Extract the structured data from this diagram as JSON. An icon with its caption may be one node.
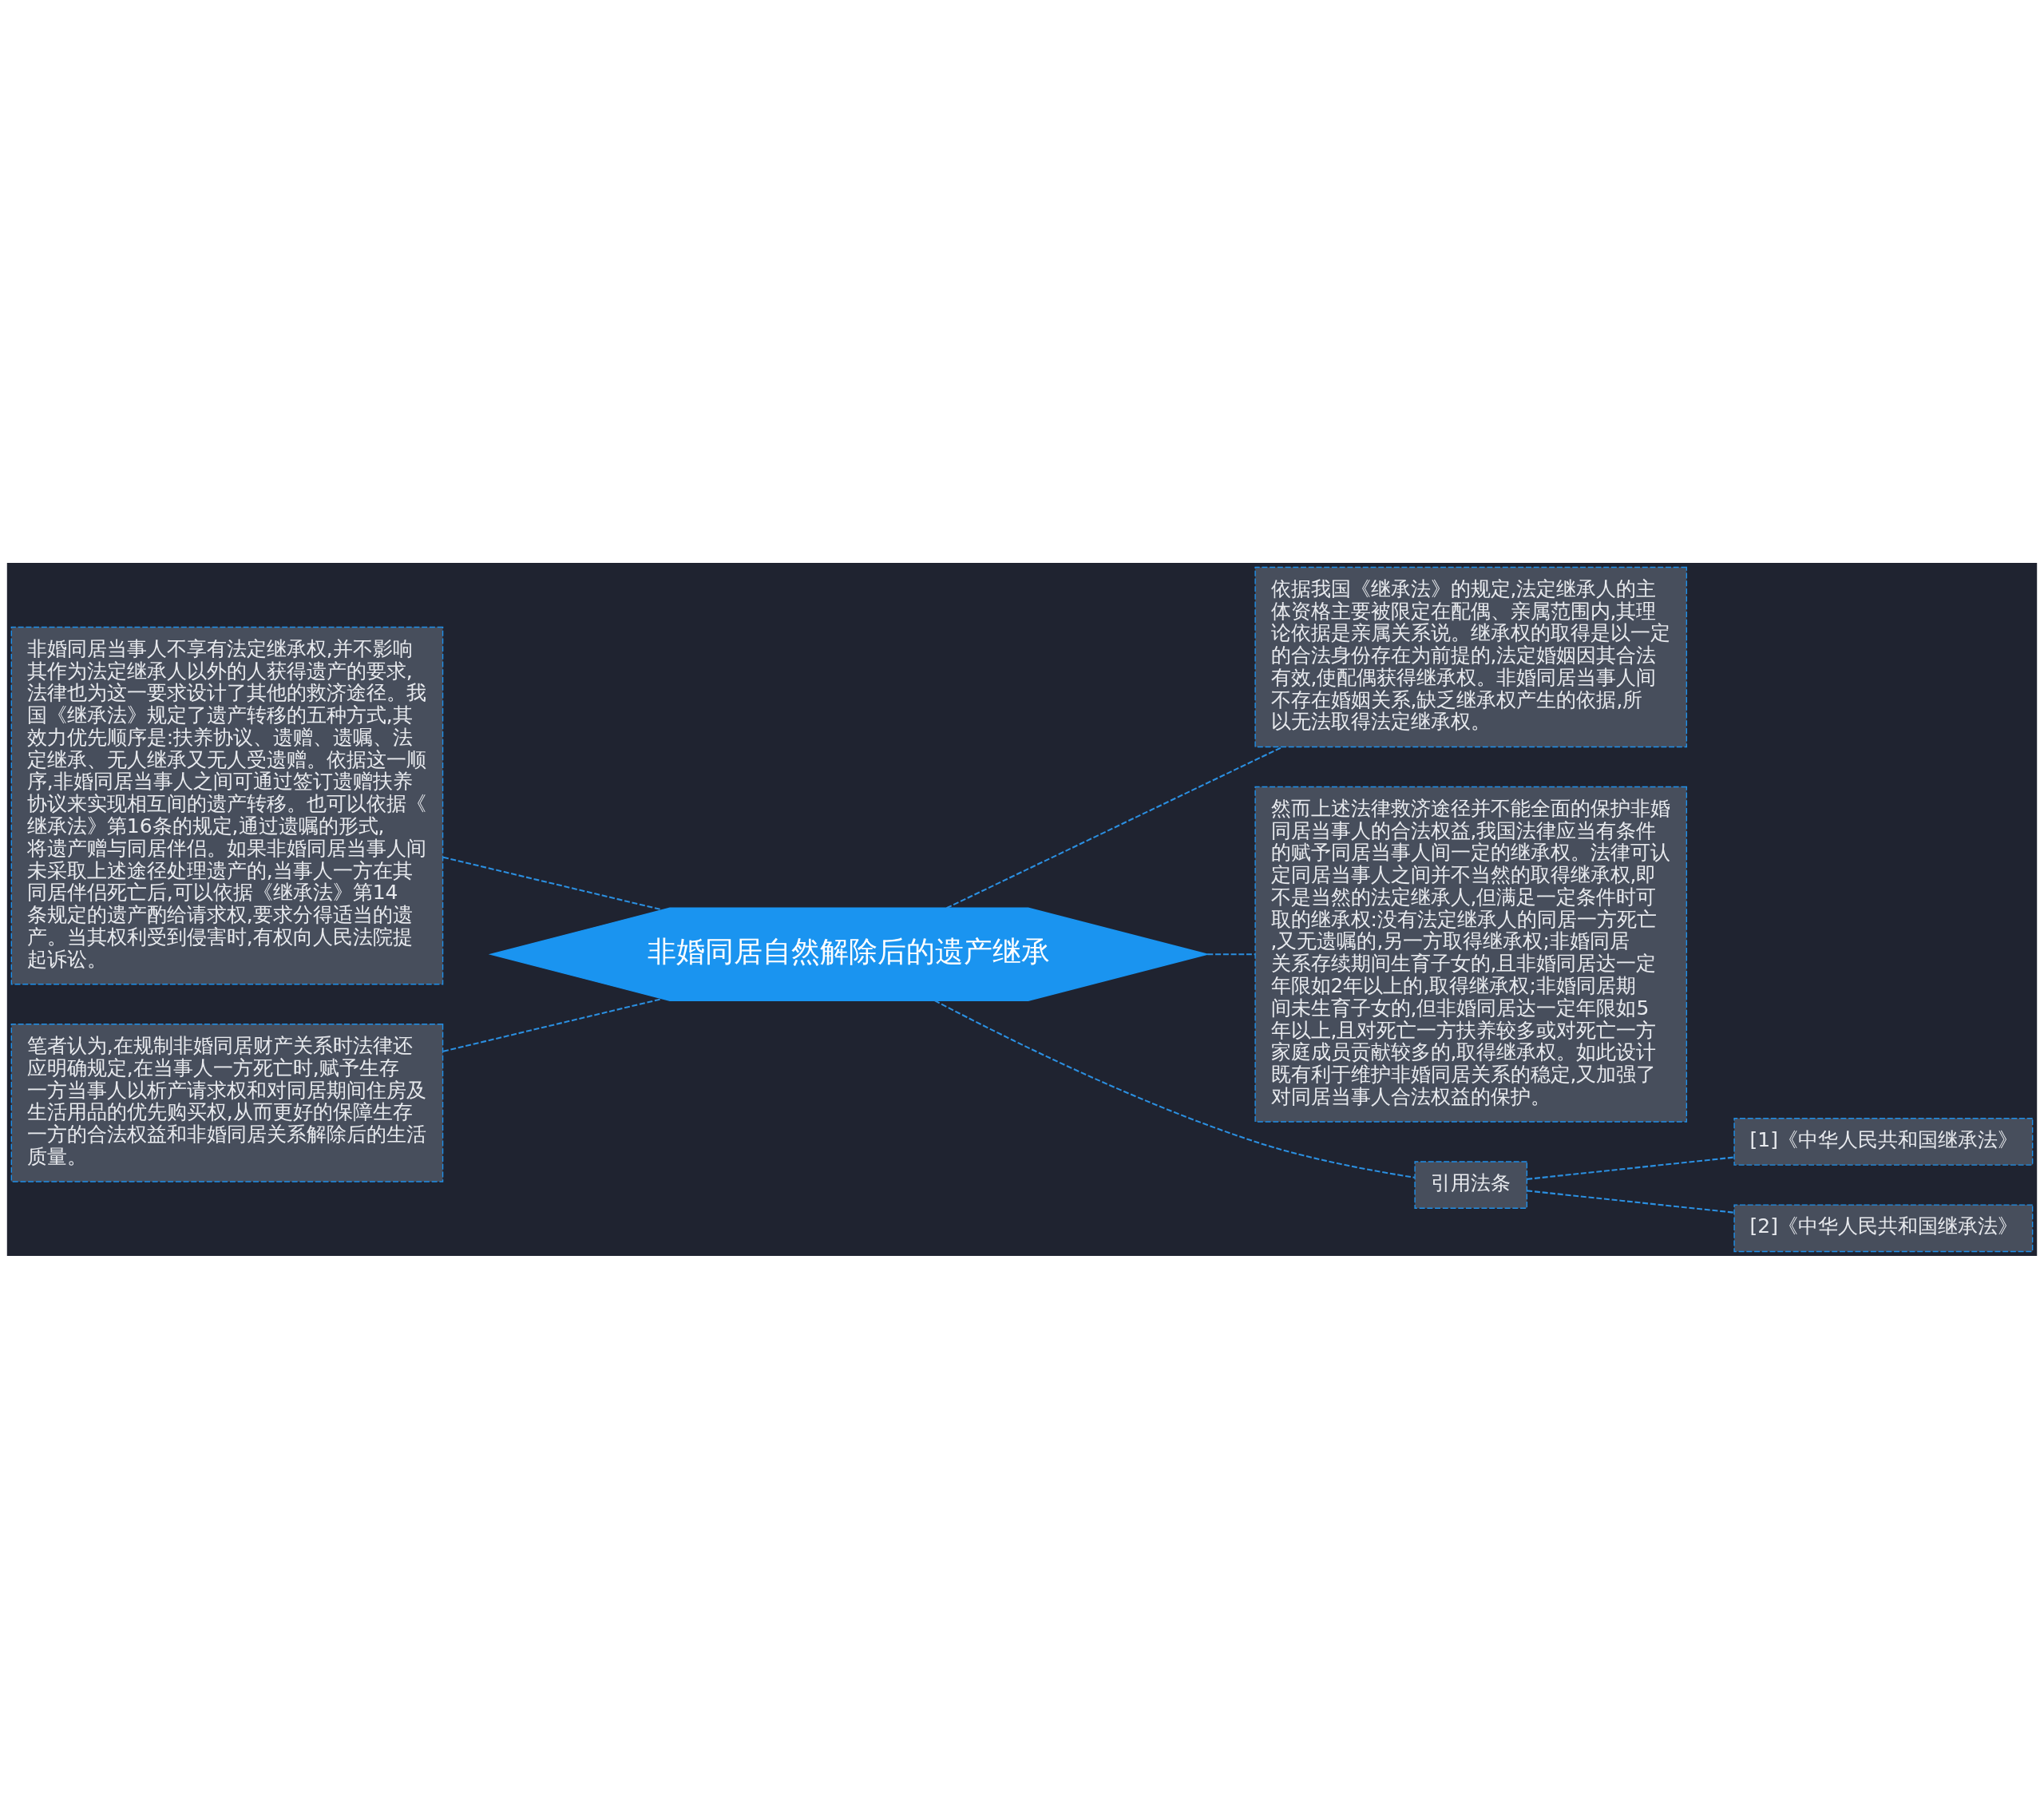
{
  "diagram": {
    "nodes": [
      {
        "text": [
          "非婚同居自然解除后的遗产继承"
        ]
      },
      {
        "text": [
          "非婚同居当事人不享有法定继承权,并不影响其作为法定继承人以外的人获得遗产的要求,法律也为这一要求设计了其他的救济途径。我国《继承法》规定了遗产转移的五种方式,其效力优先顺序是:扶养协议、遗赠、遗嘱、法定继承、无人继承又无人受遗赠。依据这一顺序,非婚同居当事人之间可通过签订遗赠扶养协议来实现相互间的遗产转移。也可以依据《继承法》第16条的规定,通过遗嘱的形式,将遗产赠与同居伴侣。如果非婚同居当事人间未采取上述途径处理遗产的,当事人一方在其同居伴侣死亡后,可以依据《继承法》第14条规定的遗产酌给请求权,要求分得适当的遗产。当其权利受到侵害时,有权向人民法院提起诉讼。"
        ]
      },
      {
        "text": [
          "笔者认为,在规制非婚同居财产关系时法律还应明确规定,在当事人一方死亡时,赋予生存一方当事人以析产请求权和对同居期间住房及生活用品的优先购买权,从而更好的保障生存一方的合法权益和非婚同居关系解除后的生活质量。"
        ]
      },
      {
        "text": [
          "依据我国《继承法》的规定,法定继承人的主体资格主要被限定在配偶、亲属范围内,其理论依据是亲属关系说。继承权的取得是以一定的合法身份存在为前提的,法定婚姻因其合法有效,使配偶获得继承权。非婚同居当事人间不存在婚姻关系,缺乏继承权产生的依据,所以无法取得法定继承权。"
        ]
      },
      {
        "text": [
          "然而上述法律救济途径并不能全面的保护非婚同居当事人的合法权益,我国法律应当有条件的赋予同居当事人间一定的继承权。法律可认定同居当事人之间并不当然的取得继承权,即不是当然的法定继承人,但满足一定条件时可取的继承权:没有法定继承人的同居一方死亡,又无遗嘱的,另一方取得继承权;非婚同居关系存续期间生育子女的,且非婚同居达一定年限如2年以上的,取得继承权;非婚同居期间未生育子女的,但非婚同居达一定年限如5年以上,且对死亡一方扶养较多或对死亡一方家庭成员贡献较多的,取得继承权。如此设计既有利于维护非婚同居关系的稳定,又加强了对同居当事人合法权益的保护。"
        ]
      },
      {
        "text": [
          "引用法条"
        ]
      },
      {
        "text": [
          "[1]《中华人民共和国继承法》"
        ]
      },
      {
        "text": [
          "[2]《中华人民共和国继承法》"
        ]
      }
    ],
    "edges": [
      {
        "from": 0,
        "to": 1,
        "arrow": "none",
        "style": "dashed"
      },
      {
        "from": 0,
        "to": 2,
        "arrow": "none",
        "style": "dashed"
      },
      {
        "from": 0,
        "to": 3,
        "arrow": "none",
        "style": "dashed"
      },
      {
        "from": 0,
        "to": 4,
        "arrow": "none",
        "style": "dashed"
      },
      {
        "from": 0,
        "to": 5,
        "arrow": "none",
        "style": "dashed"
      },
      {
        "from": 5,
        "to": 6,
        "arrow": "none",
        "style": "dashed"
      },
      {
        "from": 5,
        "to": 7,
        "arrow": "none",
        "style": "dashed"
      }
    ]
  }
}
